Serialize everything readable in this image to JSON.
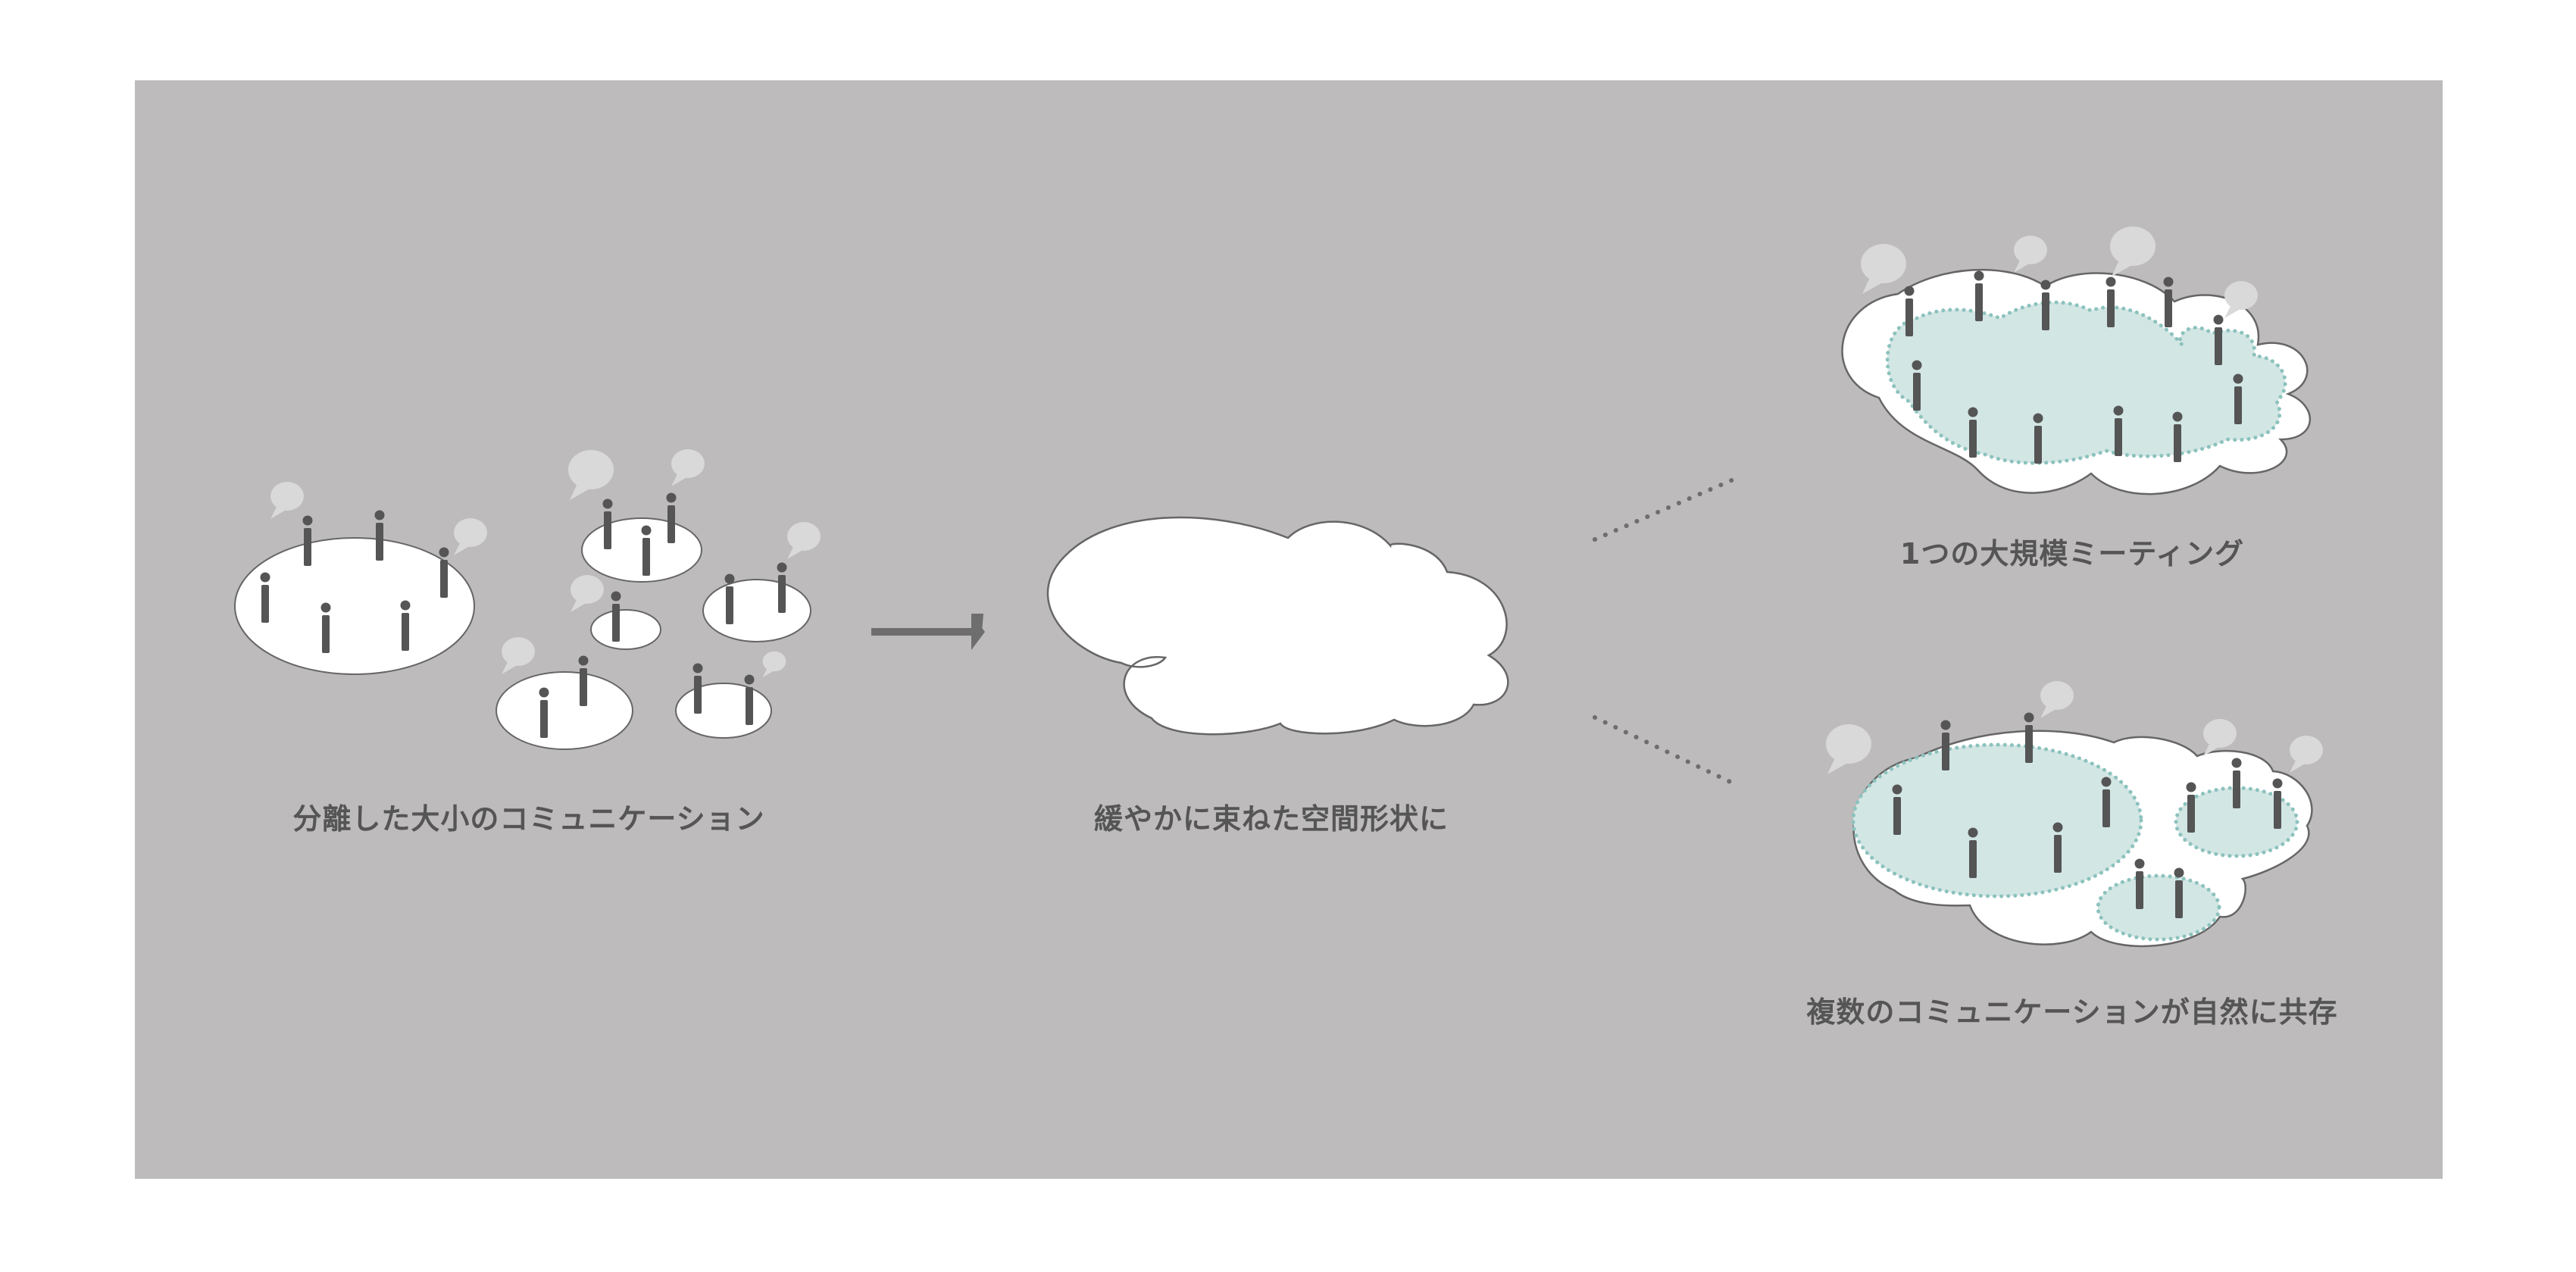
{
  "captions": {
    "separated": "分離した大小のコミュニケーション",
    "bundled": "緩やかに束ねた空間形状に",
    "large_meeting": "1つの大規模ミーティング",
    "multiple": "複数のコミュニケーションが自然に共存"
  },
  "colors": {
    "background": "#bdbbbc",
    "space_fill": "#ffffff",
    "zone_fill": "#d2e6e4",
    "zone_border": "#8cc2bd",
    "person": "#555555",
    "bubble": "#d9d9d9",
    "arrow": "#6e6e6e"
  },
  "icons": {
    "person": "person-icon",
    "speech": "speech-bubble-icon",
    "arrow": "arrow-right-icon"
  }
}
